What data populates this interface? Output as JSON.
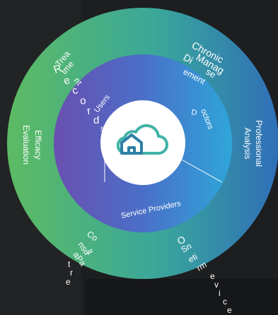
{
  "center": {
    "icon": "cloud-house-icon"
  },
  "colors": {
    "background": "#1d1e20",
    "outer_ring_start": "#5dbb63",
    "outer_ring_end": "#2f6fb8",
    "inner_ring_start": "#6a4fb0",
    "inner_ring_end": "#2ea6d9",
    "center_disc": "#ffffff",
    "icon": "#2e7fa6"
  },
  "outer_labels": {
    "treatment_lines": [
      "Trea",
      "tme",
      "nt"
    ],
    "chronic_management_lines": [
      "Chronic",
      "Manag",
      "ement"
    ],
    "chronic_disease_part": "Di",
    "chronic_disease_part2": "se",
    "efficacy_line1": "Efficacy",
    "efficacy_line2": "Evaluation",
    "professional_line1": "Professional",
    "professional_line2": "Analysis",
    "consultation_part1": "Co",
    "consultation_part2": "nsu",
    "consultation_part3": "lt",
    "consultation_part4": "aPa",
    "consultation_letters": [
      "t",
      "r",
      "e"
    ],
    "online_part1": "O",
    "online_part2": "Sn",
    "online_part3": "eti",
    "online_part4": "rm",
    "online_letters": [
      "e",
      "v",
      "i",
      "c",
      "e"
    ]
  },
  "inner_labels": {
    "records_letters": [
      "R",
      "e",
      "c",
      "o",
      "r",
      "d",
      "s"
    ],
    "users": "Users",
    "doctors_d": "D",
    "doctors_rest": "octors",
    "service_providers": "Service Providers"
  }
}
